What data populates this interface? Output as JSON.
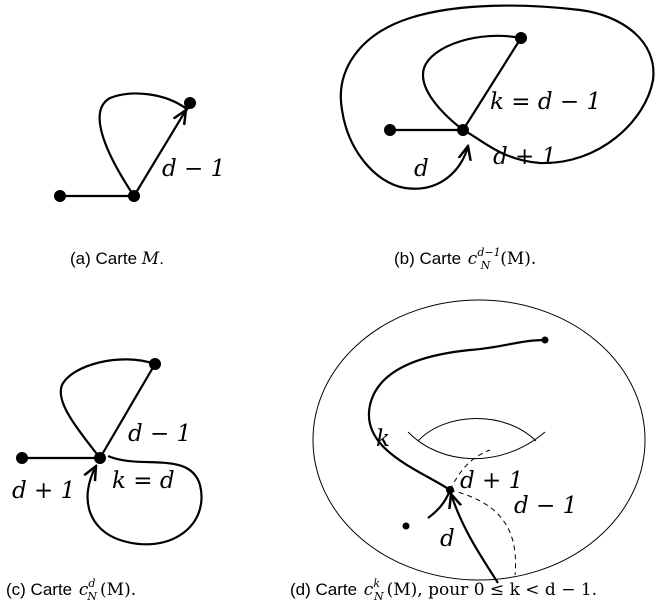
{
  "figures": [
    {
      "id": "a",
      "caption": {
        "prefix": "(a)  Carte ",
        "map": "M",
        "suffix": "."
      },
      "labels": [
        "d − 1"
      ]
    },
    {
      "id": "b",
      "caption": {
        "prefix": "(b)  Carte ",
        "sub": "N",
        "sup": "d−1",
        "suffix": "(M)."
      },
      "labels": [
        "k = d − 1",
        "d",
        "d + 1"
      ]
    },
    {
      "id": "c",
      "caption": {
        "prefix": "(c)  Carte ",
        "sub": "N",
        "sup": "d",
        "suffix": "(M)."
      },
      "labels": [
        "d − 1",
        "d + 1",
        "k = d"
      ]
    },
    {
      "id": "d",
      "caption": {
        "prefix": "(d)  Carte ",
        "sub": "N",
        "sup": "k",
        "suffix": "(M), pour 0 ≤ k < d − 1."
      },
      "labels": [
        "k",
        "d + 1",
        "d − 1",
        "d"
      ]
    }
  ]
}
